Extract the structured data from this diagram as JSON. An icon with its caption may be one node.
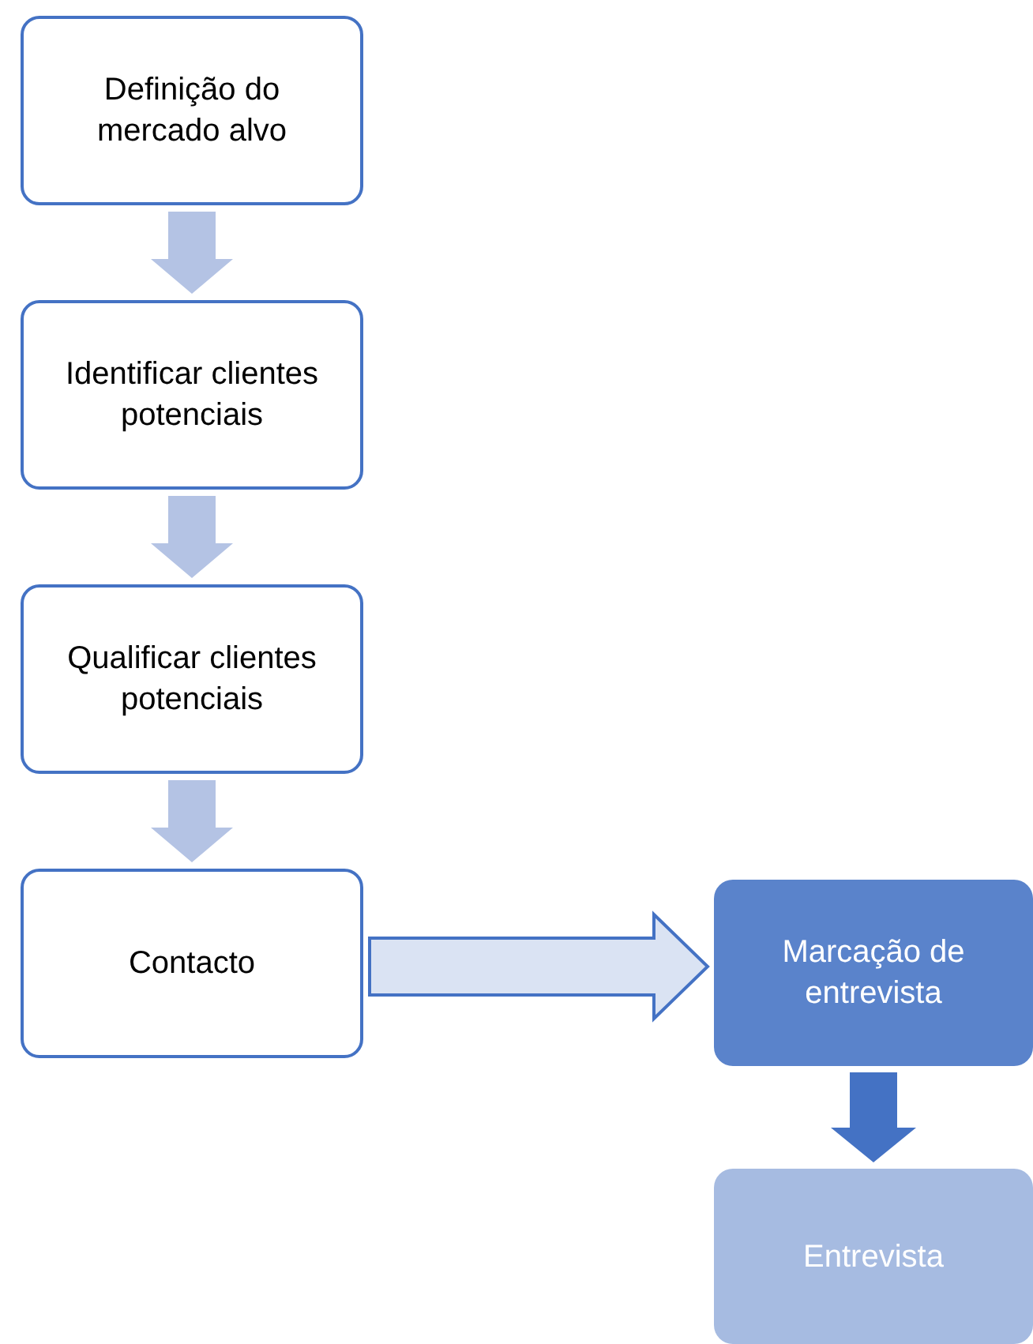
{
  "diagram": {
    "nodes": [
      {
        "text": [
          "Definição do mercado alvo"
        ]
      },
      {
        "text": [
          "Identificar clientes potenciais"
        ]
      },
      {
        "text": [
          "Qualificar clientes potenciais"
        ]
      },
      {
        "text": [
          "Contacto"
        ]
      },
      {
        "text": [
          "Marcação de entrevista"
        ]
      },
      {
        "text": [
          "Entrevista"
        ]
      }
    ],
    "edges": [
      {
        "from": 0,
        "to": 1,
        "arrow": "to"
      },
      {
        "from": 1,
        "to": 2,
        "arrow": "to"
      },
      {
        "from": 2,
        "to": 3,
        "arrow": "to"
      },
      {
        "from": 3,
        "to": 4,
        "arrow": "to",
        "color": "#dae3f3"
      },
      {
        "from": 4,
        "to": 5,
        "arrow": "to",
        "color": "#4472c4"
      }
    ]
  }
}
